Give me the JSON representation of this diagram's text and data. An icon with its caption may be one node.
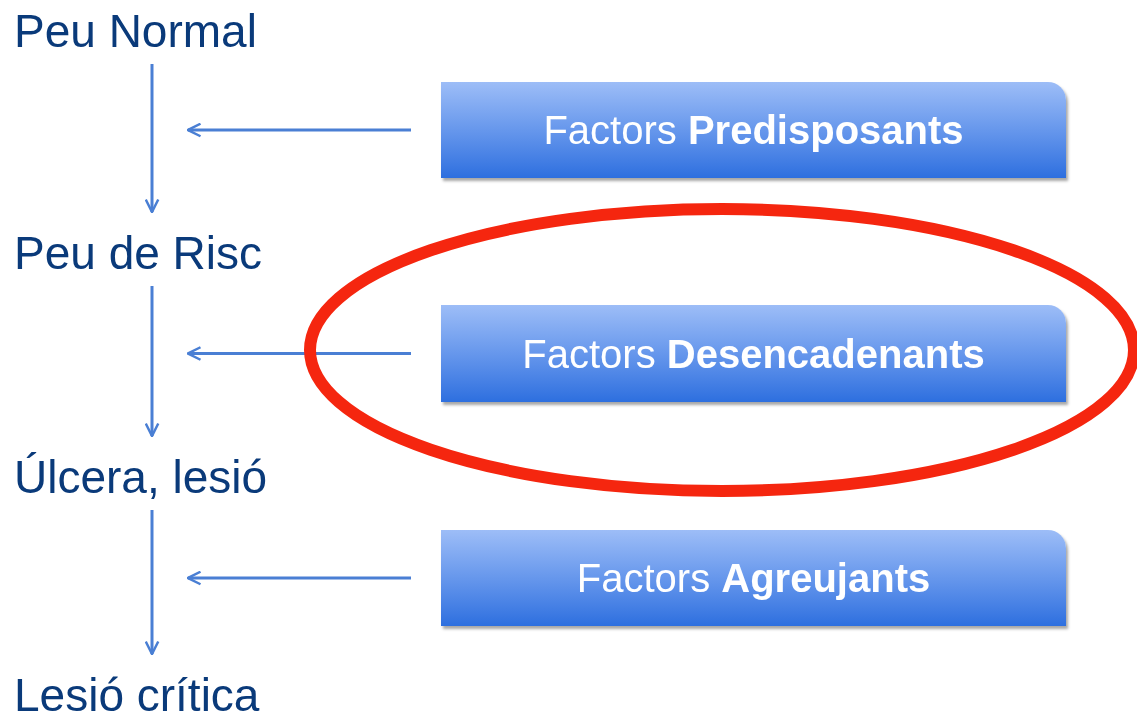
{
  "diagram": {
    "nodes": [
      {
        "text": [
          "Peu Normal"
        ]
      },
      {
        "text": [
          "Peu de Risc"
        ]
      },
      {
        "text": [
          "Úlcera, lesió"
        ]
      },
      {
        "text": [
          "Lesió crítica"
        ]
      },
      {
        "text": [
          "Factors **Predisposants**"
        ]
      },
      {
        "text": [
          "Factors **Desencadenants**"
        ]
      },
      {
        "text": [
          "Factors **Agreujants**"
        ]
      }
    ],
    "edges": [
      {
        "from": 0,
        "to": 1,
        "arrow": "to"
      },
      {
        "from": 1,
        "to": 2,
        "arrow": "to"
      },
      {
        "from": 2,
        "to": 3,
        "arrow": "to"
      },
      {
        "from": 4,
        "to": null,
        "arrow": "to"
      },
      {
        "from": 5,
        "to": null,
        "arrow": "to"
      },
      {
        "from": 6,
        "to": null,
        "arrow": "to"
      }
    ]
  }
}
